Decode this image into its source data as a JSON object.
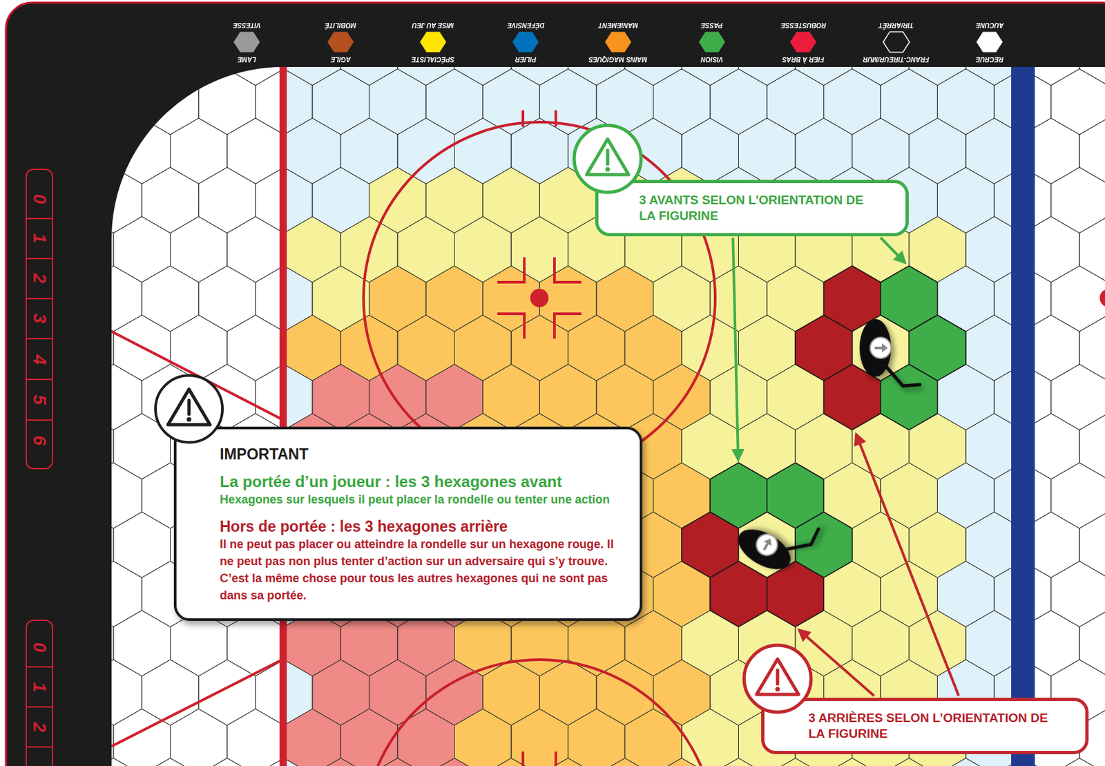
{
  "diagram": {
    "nodes": [
      {
        "text": [
          "3 AVANTS SELON L’ORIENTATION DE LA FIGURINE"
        ]
      },
      {
        "text": [
          "IMPORTANT",
          "La portée d’un joueur : les 3 hexagones avant",
          "Hexagones sur lesquels il peut placer la rondelle ou tenter une action",
          "Hors de portée : les 3 hexagones arrière",
          "Il ne peut pas placer ou atteindre la rondelle sur un hexagone rouge. Il ne peut pas non plus tenter d’action sur un adversaire qui s’y trouve. C’est la même chose pour tous les autres hexagones qui ne sont pas dans sa portée."
        ]
      },
      {
        "text": [
          "3 ARRIÈRES SELON L’ORIENTATION DE LA FIGURINE"
        ]
      }
    ],
    "labels": [
      "VITESSE",
      "LAME",
      "MOBILITÉ",
      "AGILE",
      "MISE AU JEU",
      "SPÉCIALISTE",
      "DÉFENSIVE",
      "PILIER",
      "MANIEMENT",
      "MAINS MAGIQUES",
      "PASSE",
      "VISION",
      "ROBUSTESSE",
      "FIER À BRAS",
      "TIR/ARRÊT",
      "FRANC-TIREUR/MUR",
      "AUCUNE",
      "RECRUE",
      "0",
      "1",
      "2",
      "3",
      "4",
      "5",
      "6",
      "0",
      "1",
      "2"
    ]
  }
}
